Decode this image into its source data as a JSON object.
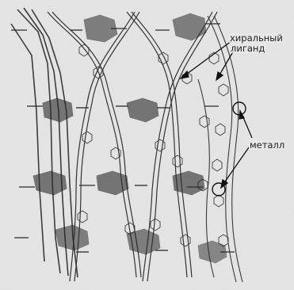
{
  "labels": {
    "chiral_ligand_line1": "хиральный",
    "chiral_ligand_line2": "лиганд",
    "metal": "металл"
  },
  "colors": {
    "background": "#e6e6e6",
    "ink": "#1b1b1b",
    "ink_light": "#555555"
  }
}
